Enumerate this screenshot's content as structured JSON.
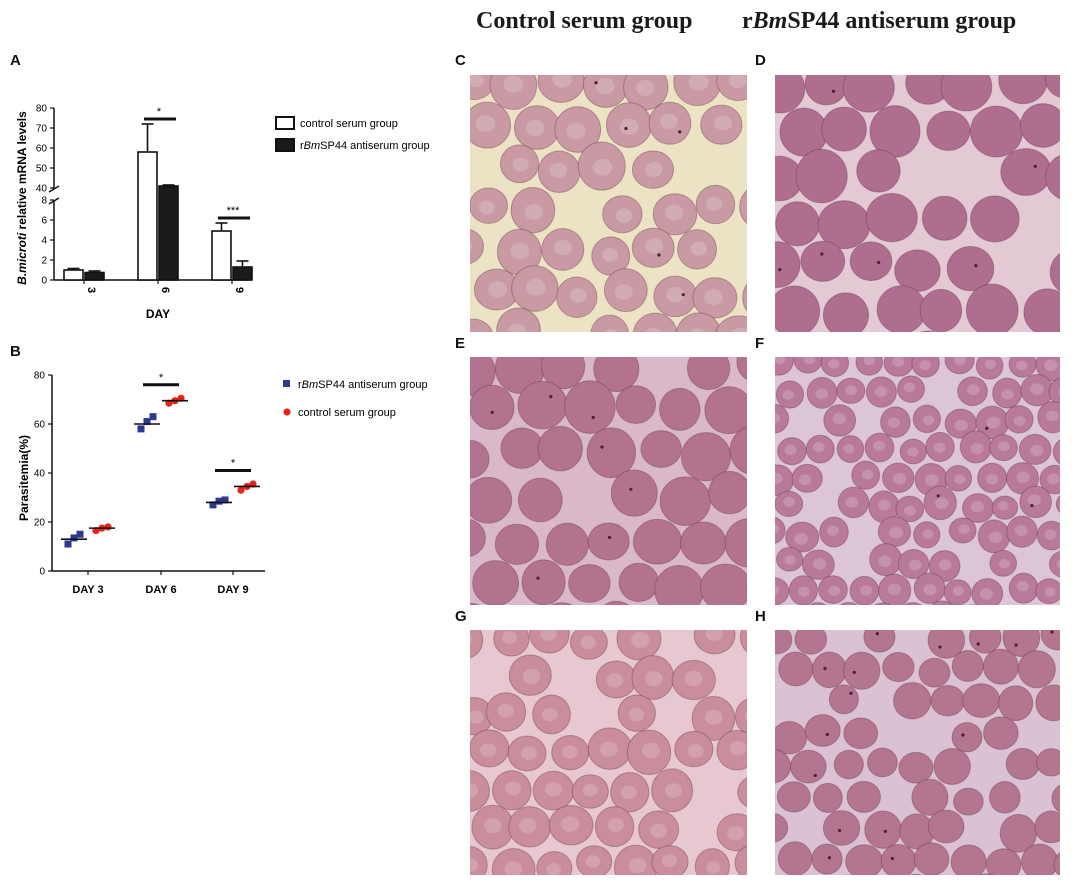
{
  "column_headers": {
    "control": "Control serum group",
    "antiserum_prefix": "r",
    "antiserum_italic": "Bm",
    "antiserum_suffix": "SP44 antiserum group"
  },
  "panel_labels": {
    "A": "A",
    "B": "B",
    "C": "C",
    "D": "D",
    "E": "E",
    "F": "F",
    "G": "G",
    "H": "H"
  },
  "colors": {
    "control_bar_fill": "#ffffff",
    "antiserum_bar_fill": "#1a1a1a",
    "antiserum_marker": "#2b3a8f",
    "control_marker": "#e8231a",
    "control_smear_bg": "#ece3c4",
    "control_cell": "#c99aa3",
    "antiserum_smear_bg": "#e2c9d4",
    "antiserum_cell": "#b06e8e"
  },
  "chart_data": [
    {
      "type": "bar",
      "panel": "A",
      "ylabel_italic": "B.microti",
      "ylabel_rest": " relative mRNA levels",
      "xlabel": "DAY",
      "categories": [
        "3",
        "6",
        "9"
      ],
      "series": [
        {
          "name": "control serum group",
          "values": [
            1.0,
            58,
            4.9
          ],
          "errors": [
            0.15,
            14,
            0.8
          ]
        },
        {
          "name_prefix": "r",
          "name_italic": "Bm",
          "name_suffix": "SP44 antiserum group",
          "values": [
            0.75,
            41,
            1.3
          ],
          "errors": [
            0.15,
            0.5,
            0.6
          ]
        }
      ],
      "axis_break": {
        "lower": [
          0,
          8
        ],
        "upper": [
          40,
          80
        ]
      },
      "yticks_lower": [
        "0",
        "2",
        "4",
        "6",
        "8"
      ],
      "yticks_upper": [
        "40",
        "50",
        "60",
        "70",
        "80"
      ],
      "significance": [
        {
          "category": "6",
          "label": "*"
        },
        {
          "category": "9",
          "label": "***"
        }
      ],
      "legend_position": "right"
    },
    {
      "type": "scatter",
      "panel": "B",
      "ylabel": "Parasitemia(%)",
      "categories": [
        "DAY 3",
        "DAY 6",
        "DAY 9"
      ],
      "ylim": [
        0,
        80
      ],
      "yticks": [
        "0",
        "20",
        "40",
        "60",
        "80"
      ],
      "series": [
        {
          "name_prefix": "r",
          "name_italic": "Bm",
          "name_suffix": "SP44 antiserum group",
          "marker": "square",
          "points": [
            [
              11,
              13.5,
              15
            ],
            [
              58,
              61,
              63
            ],
            [
              27,
              28.5,
              29
            ]
          ],
          "means": [
            13,
            60,
            28
          ]
        },
        {
          "name": "control serum group",
          "marker": "circle",
          "points": [
            [
              16.5,
              17.5,
              18
            ],
            [
              68.5,
              69.5,
              70.5
            ],
            [
              33,
              34.5,
              35.5
            ]
          ],
          "means": [
            17.5,
            69.5,
            34.5
          ]
        }
      ],
      "significance": [
        {
          "category": "DAY 6",
          "label": "*"
        },
        {
          "category": "DAY 9",
          "label": "*"
        }
      ],
      "legend_position": "right"
    }
  ]
}
